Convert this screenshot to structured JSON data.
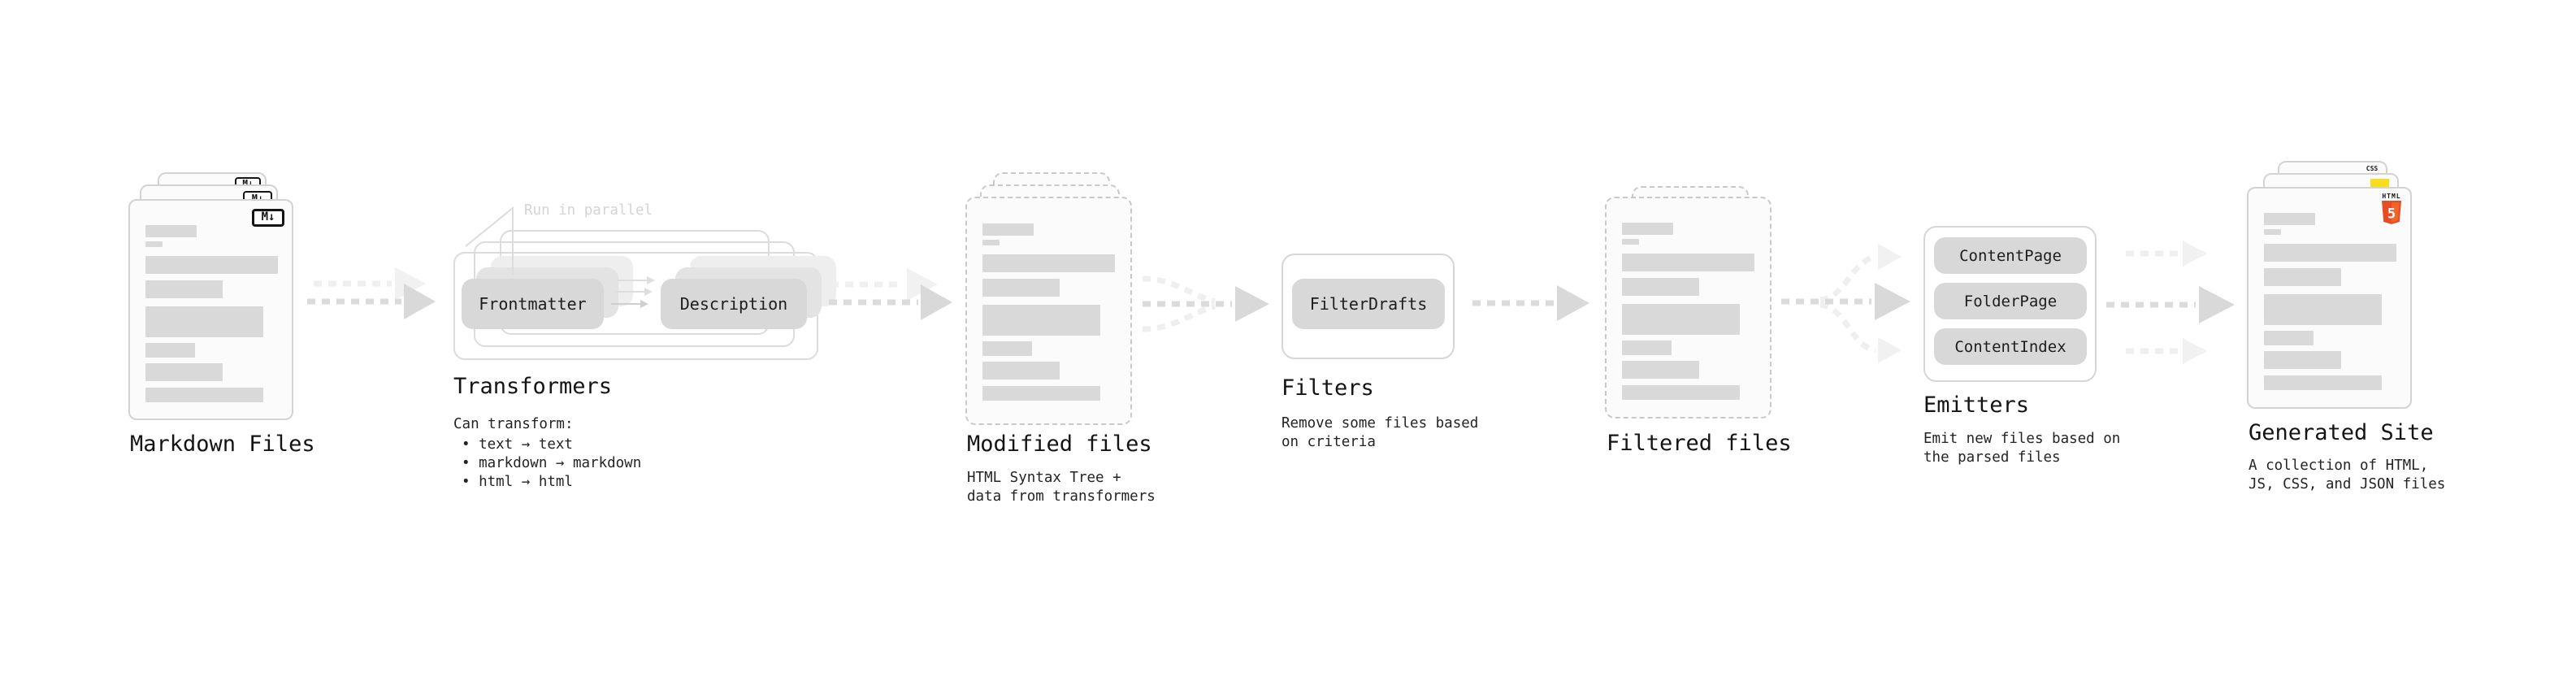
{
  "nodes": {
    "markdown": {
      "title": "Markdown Files",
      "badge": "M↓"
    },
    "transformers": {
      "note": "Run in parallel",
      "chip_left": "Frontmatter",
      "chip_right": "Description",
      "title": "Transformers",
      "subtitle": "Can transform:",
      "bullets": [
        "• text → text",
        "• markdown → markdown",
        "• html → html"
      ]
    },
    "modified": {
      "title": "Modified files",
      "subtitle": [
        "HTML Syntax Tree +",
        "data from transformers"
      ]
    },
    "filters": {
      "chip": "FilterDrafts",
      "title": "Filters",
      "subtitle": [
        "Remove some files based",
        "on criteria"
      ]
    },
    "filtered": {
      "title": "Filtered files"
    },
    "emitters": {
      "chips": [
        "ContentPage",
        "FolderPage",
        "ContentIndex"
      ],
      "title": "Emitters",
      "subtitle": [
        "Emit new files based on",
        "the parsed files"
      ]
    },
    "generated": {
      "title": "Generated Site",
      "subtitle": [
        "A collection of HTML,",
        "JS, CSS, and JSON files"
      ],
      "badges": {
        "css": "CSS",
        "html_label": "HTML",
        "html_number": "5"
      }
    }
  },
  "colors": {
    "html5_orange": "#e44d26",
    "html5_orange_light": "#f16529",
    "js_yellow": "#f7df1e",
    "css_blue": "#2b66f6",
    "chip_gray": "#d8d8d8",
    "doc_border_gray": "#d3d3d3",
    "arrow_gray": "#d9d9d9",
    "arrow_faint_gray": "#f1f1f1",
    "note_gray": "#d4d4d4"
  }
}
